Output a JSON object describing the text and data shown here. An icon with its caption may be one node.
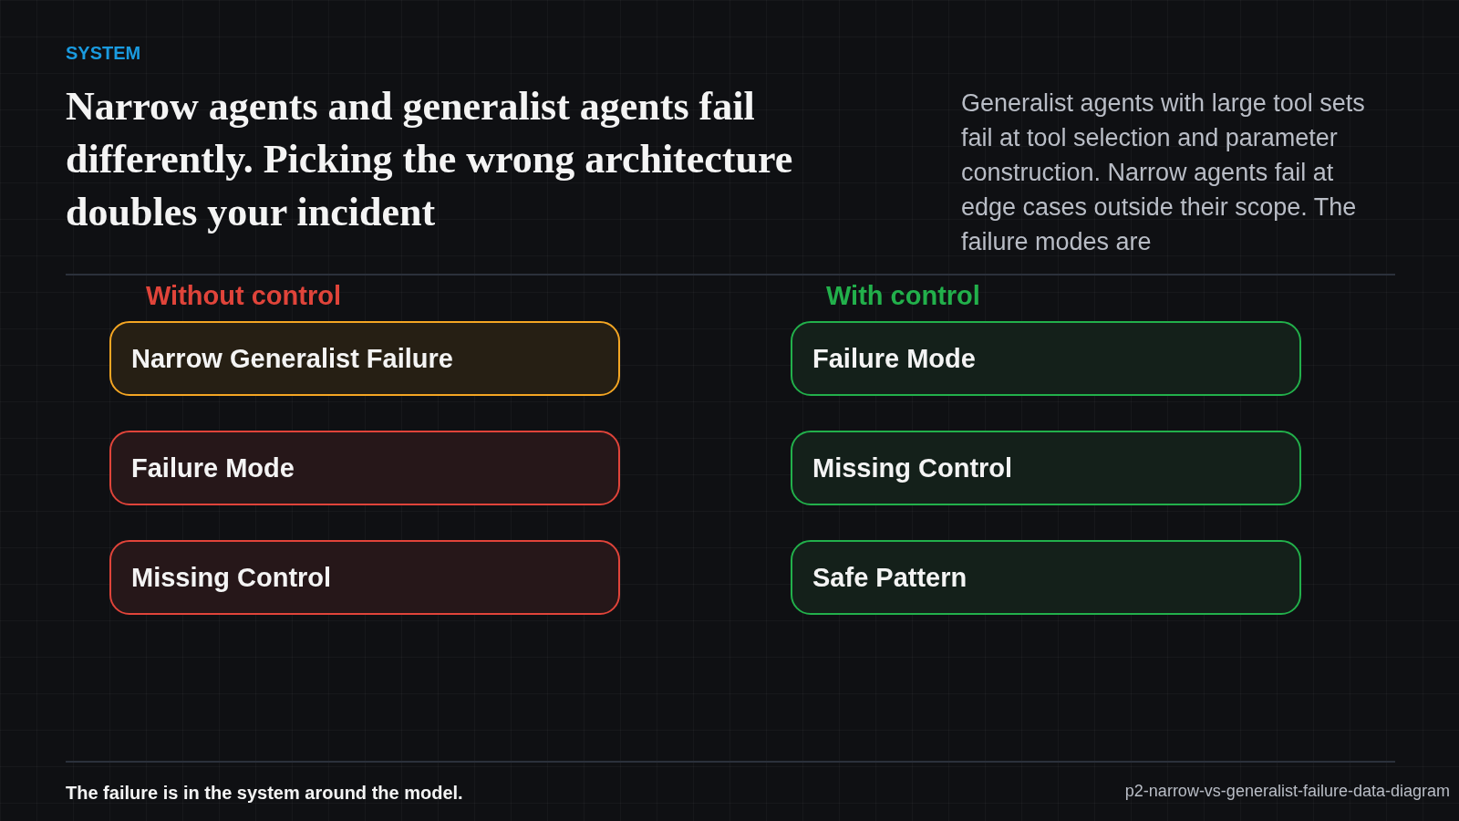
{
  "diagram": {
    "title": "Narrow agents and generalist agents fail differently. Picking the wrong architecture doubles your incident",
    "caption": "The failure is in the system around the model.",
    "nodes": [
      {
        "text": [
          "Narrow Generalist Failure"
        ]
      },
      {
        "text": [
          "Failure Mode"
        ]
      },
      {
        "text": [
          "Missing Control"
        ]
      },
      {
        "text": [
          "Failure Mode"
        ]
      },
      {
        "text": [
          "Missing Control"
        ]
      },
      {
        "text": [
          "Safe Pattern"
        ]
      }
    ],
    "labels": [
      "SYSTEM",
      "Generalist agents with large tool sets fail at tool selection and parameter construction. Narrow agents fail at edge cases outside their scope. The failure modes are",
      "Without control",
      "With control",
      "p2-narrow-vs-generalist-failure-data-diagram"
    ]
  }
}
